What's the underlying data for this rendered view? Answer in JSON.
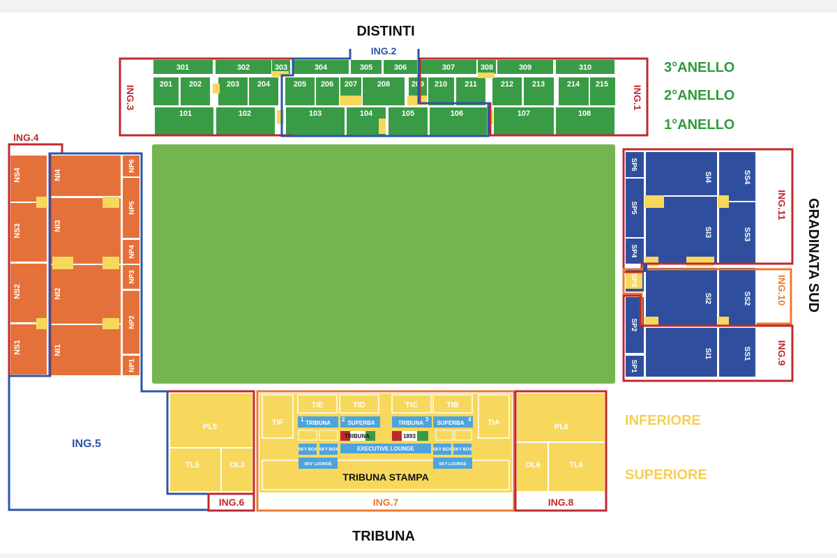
{
  "colors": {
    "green": "#3a9b47",
    "pitch": "#74b54f",
    "orange": "#e5713a",
    "blue": "#2f4f9e",
    "yellow": "#f7d85c",
    "red_entrance": "#c0282d",
    "blue_entrance": "#2b55a8",
    "orange_entrance": "#ea7a2e",
    "light_blue_box": "#4ca4de",
    "legend_green": "#2f9a3c",
    "legend_yellow": "#f5d35a"
  },
  "stands": {
    "distinti": "DISTINTI",
    "tribuna": "TRIBUNA",
    "gradinata_sud": "GRADINATA SUD"
  },
  "rings": {
    "terzo": "3°ANELLO",
    "secondo": "2°ANELLO",
    "primo": "1°ANELLO"
  },
  "legend": {
    "inferiore": "INFERIORE",
    "superiore": "SUPERIORE"
  },
  "entrances": {
    "ing1": "ING.1",
    "ing2": "ING.2",
    "ing3": "ING.3",
    "ing4": "ING.4",
    "ing5": "ING.5",
    "ing6": "ING.6",
    "ing7": "ING.7",
    "ing8": "ING.8",
    "ing9": "ING.9",
    "ing10": "ING.10",
    "ing11": "ING.11"
  },
  "sectors": {
    "third_ring": [
      "301",
      "302",
      "303",
      "304",
      "305",
      "306",
      "307",
      "308",
      "309",
      "310"
    ],
    "second_ring": [
      "201",
      "202",
      "203",
      "204",
      "205",
      "206",
      "207",
      "208",
      "209",
      "210",
      "211",
      "212",
      "213",
      "214",
      "215"
    ],
    "first_ring": [
      "101",
      "102",
      "103",
      "104",
      "105",
      "106",
      "107",
      "108"
    ],
    "nord_outer": [
      "NS4",
      "NS3",
      "NS2",
      "NS1"
    ],
    "nord_inner": [
      "NI4",
      "NI3",
      "NI2",
      "NI1"
    ],
    "nord_pitch": [
      "NP6",
      "NP5",
      "NP4",
      "NP3",
      "NP2",
      "NP1"
    ],
    "sud_pitch": [
      "SP6",
      "SP5",
      "SP4",
      "SP3",
      "SP2",
      "SP1"
    ],
    "sud_inner": [
      "SI4",
      "SI3",
      "SI2",
      "SI1"
    ],
    "sud_outer": [
      "SS4",
      "SS3",
      "SS2",
      "SS1"
    ],
    "tribuna_upper": [
      "TIE",
      "TID",
      "TIC",
      "TIB"
    ],
    "tribuna_sides": [
      "TIF",
      "TIA"
    ],
    "tribuna_left": [
      "PL5",
      "TL5",
      "OL3"
    ],
    "tribuna_right": [
      "PL6",
      "OL6",
      "TL6"
    ]
  },
  "tribuna_center": {
    "tribuna_1": "TRIBUNA",
    "num_1": "1",
    "superba_2": "SUPERBA",
    "num_2": "2",
    "tribuna_3": "TRIBUNA",
    "num_3": "3",
    "superba_4": "SUPERBA",
    "num_4": "4",
    "tribuna_red": "TRIBUNA",
    "year": "1893",
    "sky_box": "SKY BOX",
    "executive_lounge": "EXECUTIVE LOUNGE",
    "sky_lounge": "SKY LOUNGE",
    "tribuna_stampa": "TRIBUNA STAMPA"
  }
}
